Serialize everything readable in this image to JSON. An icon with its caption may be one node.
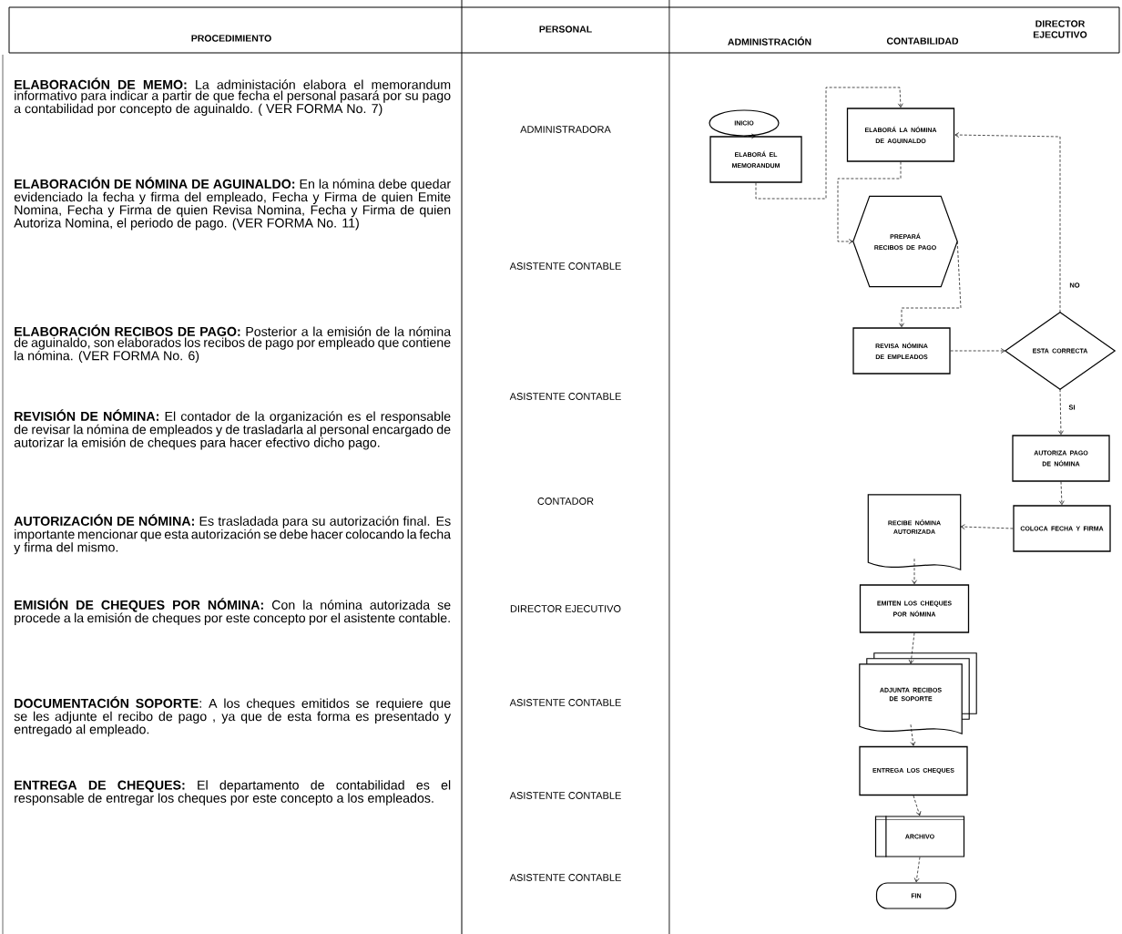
{
  "diagram": {
    "nodes": [
      {
        "text": [
          "INICIO"
        ]
      },
      {
        "text": [
          "ELABORÁ EL MEMORANDUM"
        ]
      },
      {
        "text": [
          "ELABORÁ LA NÓMINA DE AGUINALDO"
        ]
      },
      {
        "text": [
          "PREPARÁ RECIBOS DE PAGO"
        ]
      },
      {
        "text": [
          "REVISA NÓMINA DE EMPLEADOS"
        ]
      },
      {
        "text": [
          "ESTA CORRECTA"
        ]
      },
      {
        "text": [
          "AUTORIZA PAGO DE NÓMINA"
        ]
      },
      {
        "text": [
          "COLOCA FECHA Y FIRMA"
        ]
      },
      {
        "text": [
          "RECIBE NÓMINA AUTORIZADA"
        ]
      },
      {
        "text": [
          "EMITEN LOS CHEQUES POR NÓMINA"
        ]
      },
      {
        "text": [
          "ADJUNTA RECIBOS DE SOPORTE"
        ]
      },
      {
        "text": [
          "ENTREGA LOS CHEQUES"
        ]
      },
      {
        "text": [
          "ARCHIVO"
        ]
      },
      {
        "text": [
          "FIN"
        ]
      }
    ],
    "edges": [
      {
        "from": 0,
        "to": 1,
        "arrow": "to"
      },
      {
        "from": 1,
        "to": 2,
        "arrow": "to"
      },
      {
        "from": 2,
        "to": 3,
        "arrow": "to"
      },
      {
        "from": 3,
        "to": 4,
        "arrow": "to"
      },
      {
        "from": 4,
        "to": 5,
        "arrow": "to"
      },
      {
        "from": 5,
        "to": 2,
        "arrow": "to",
        "label": "NO"
      },
      {
        "from": 5,
        "to": 6,
        "arrow": "to",
        "label": "SI"
      },
      {
        "from": 6,
        "to": 7,
        "arrow": "to"
      },
      {
        "from": 7,
        "to": 8,
        "arrow": "to"
      },
      {
        "from": 8,
        "to": 9,
        "arrow": "to"
      },
      {
        "from": 9,
        "to": 10,
        "arrow": "to"
      },
      {
        "from": 10,
        "to": 11,
        "arrow": "to"
      },
      {
        "from": 11,
        "to": 12,
        "arrow": "to"
      },
      {
        "from": 12,
        "to": 13,
        "arrow": "to"
      }
    ],
    "labels": [
      "PROCEDIMIENTO",
      "PERSONAL",
      "ADMINISTRACIÓN",
      "CONTABILIDAD",
      "DIRECTOR EJECUTIVO",
      "**ELABORACIÓN DE MEMO:** La administación elabora el memorandum informativo para indicar a partir de que fecha el personal pasará por su pago a contabilidad por concepto de aguinaldo. ( VER FORMA No. 7)",
      "ADMINISTRADORA",
      "**ELABORACIÓN DE NÓMINA DE AGUINALDO:** En la nómina debe quedar evidenciado la fecha y firma del empleado, Fecha y Firma de quien Emite Nomina, Fecha y Firma de quien Revisa Nomina, Fecha y Firma de quien Autoriza Nomina, el periodo de pago. (VER FORMA No. 11)",
      "ASISTENTE CONTABLE",
      "**ELABORACIÓN RECIBOS DE PAGO:** Posterior a la emisión de la nómina de aguinaldo, son elaborados los recibos de pago por empleado que contiene la nómina. (VER FORMA No. 6)",
      "ASISTENTE CONTABLE",
      "**REVISIÓN DE NÓMINA:** El contador de la organización es el responsable de revisar la nómina de empleados y de trasladarla al personal encargado de autorizar la emisión de cheques para hacer efectivo dicho pago.",
      "CONTADOR",
      "**AUTORIZACIÓN DE NÓMINA:** Es trasladada para su autorización final. Es importante mencionar que esta autorización se debe hacer colocando la fecha y firma del mismo.",
      "DIRECTOR EJECUTIVO",
      "**EMISIÓN DE CHEQUES POR NÓMINA:** Con la nómina autorizada se procede a la emisión de cheques por este concepto por el asistente contable.",
      "ASISTENTE CONTABLE",
      "**DOCUMENTACIÓN SOPORTE**: A los cheques emitidos se requiere que se les adjunte el recibo de pago , ya que de esta forma es presentado y entregado al empleado.",
      "ASISTENTE CONTABLE",
      "**ENTREGA DE CHEQUES:** El departamento de contabilidad es el responsable de entregar los cheques por este concepto a los empleados.",
      "ASISTENTE CONTABLE"
    ]
  }
}
